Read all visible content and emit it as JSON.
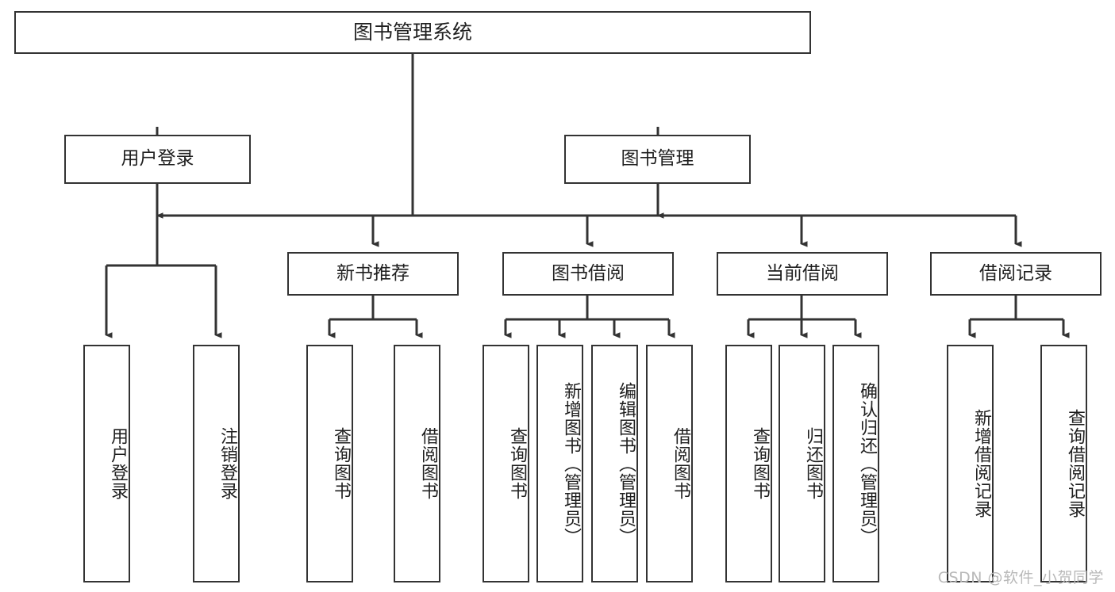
{
  "diagram": {
    "title": "图书管理系统",
    "type": "tree",
    "watermark": "CSDN @软件_小贺同学",
    "colors": {
      "box_border": "#333333",
      "box_fill": "#ffffff",
      "connector": "#333333",
      "text": "#1f1f1f",
      "watermark": "#b9b9b9",
      "background": "#ffffff"
    },
    "root": {
      "label": "图书管理系统"
    },
    "level2": [
      {
        "label": "用户登录"
      },
      {
        "label": "图书管理"
      }
    ],
    "level3": [
      {
        "label": "新书推荐"
      },
      {
        "label": "图书借阅"
      },
      {
        "label": "当前借阅"
      },
      {
        "label": "借阅记录"
      }
    ],
    "leaves": {
      "user_login": [
        {
          "label": "用户登录"
        },
        {
          "label": "注销登录"
        }
      ],
      "new_book_recommend": [
        {
          "label": "查询图书"
        },
        {
          "label": "借阅图书"
        }
      ],
      "book_borrow": [
        {
          "label": "查询图书"
        },
        {
          "label": "新增图书（管理员）"
        },
        {
          "label": "编辑图书（管理员）"
        },
        {
          "label": "借阅图书"
        }
      ],
      "current_borrow": [
        {
          "label": "查询图书"
        },
        {
          "label": "归还图书"
        },
        {
          "label": "确认归还（管理员）"
        }
      ],
      "borrow_record": [
        {
          "label": "新增借阅记录"
        },
        {
          "label": "查询借阅记录"
        }
      ]
    }
  }
}
